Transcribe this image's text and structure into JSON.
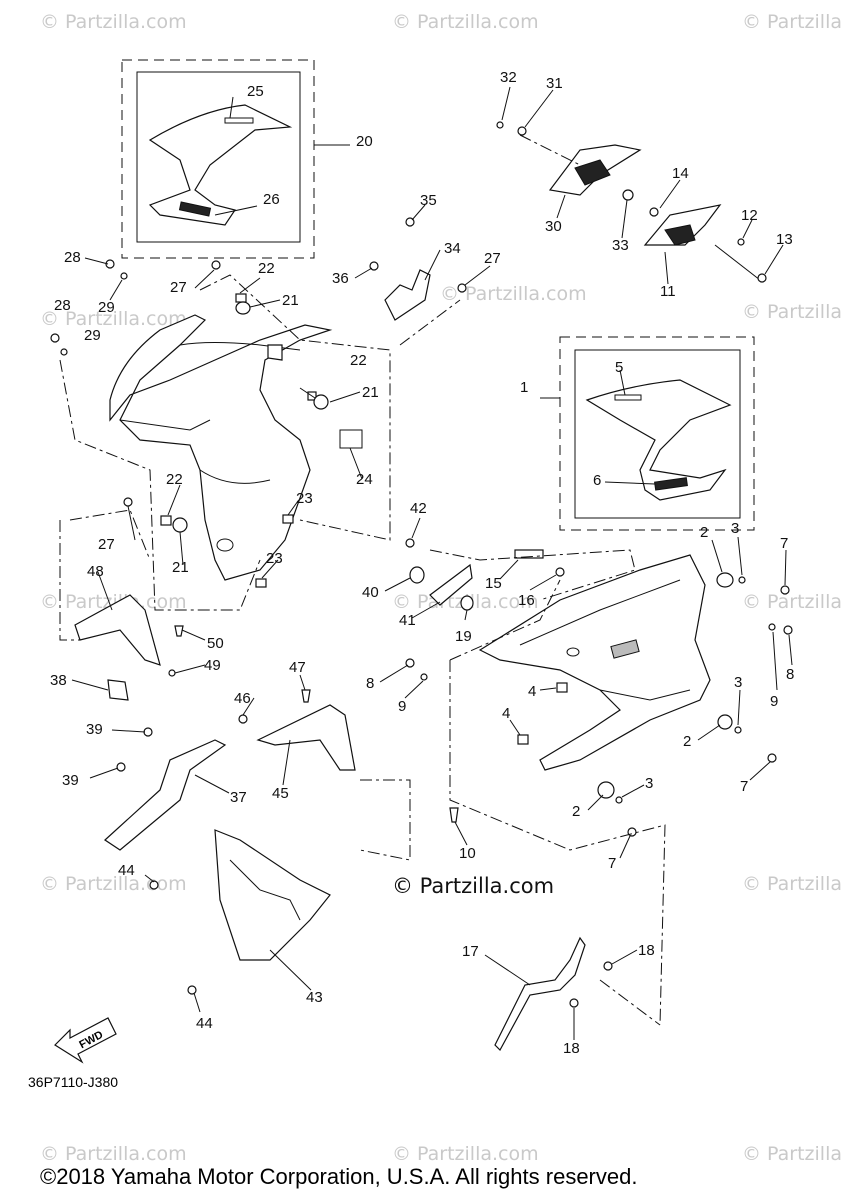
{
  "diagram": {
    "watermark": "© Partzilla.com",
    "center_watermark": "© Partzilla.com",
    "drawing_code": "36P7110-J380",
    "fwd_label": "FWD",
    "copyright": "©2018 Yamaha Motor Corporation, U.S.A. All rights reserved.",
    "callouts": [
      "1",
      "2",
      "3",
      "4",
      "5",
      "6",
      "7",
      "8",
      "9",
      "10",
      "11",
      "12",
      "13",
      "14",
      "15",
      "16",
      "17",
      "18",
      "19",
      "20",
      "21",
      "22",
      "23",
      "24",
      "25",
      "26",
      "27",
      "28",
      "29",
      "30",
      "31",
      "32",
      "33",
      "34",
      "35",
      "36",
      "37",
      "38",
      "39",
      "40",
      "41",
      "42",
      "43",
      "44",
      "45",
      "46",
      "47",
      "48",
      "49",
      "50"
    ]
  }
}
